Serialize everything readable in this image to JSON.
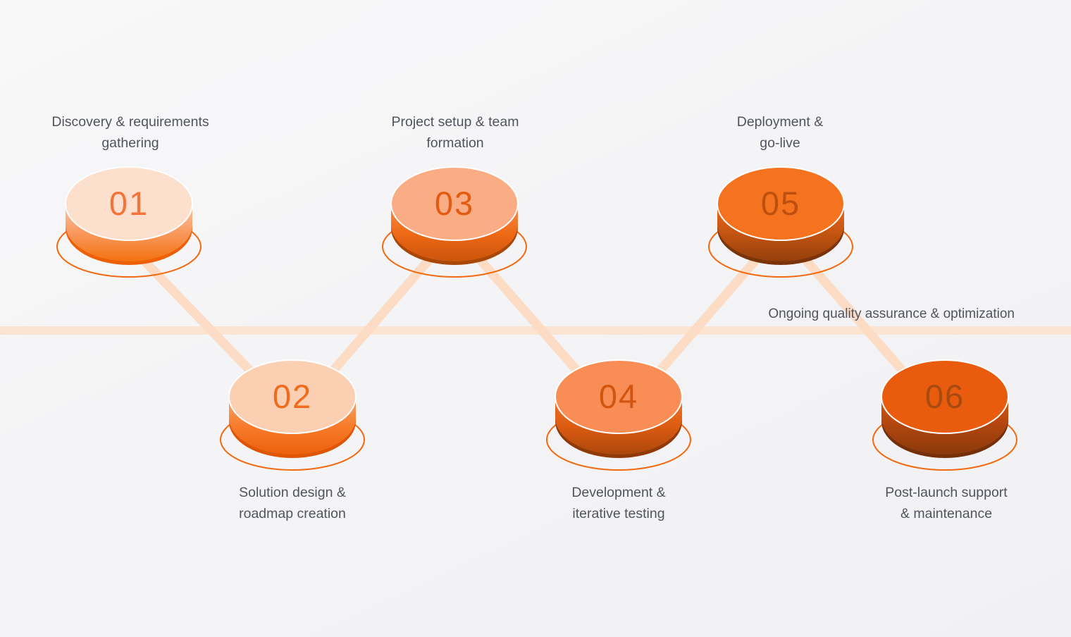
{
  "figure": {
    "title_hint": "Six-step delivery process timeline",
    "label_color": "#50545d",
    "ring_color": "#f2690f",
    "connector_color": "#fcdcc4",
    "horizontal_line": {
      "label": "Ongoing quality assurance & optimization",
      "color": "#fbe4d2"
    }
  },
  "steps": [
    {
      "number": "01",
      "lines": [
        "Discovery & requirements",
        "gathering"
      ],
      "colors": {
        "top": "#fcdfcd",
        "side_light": "#fbc8a4",
        "side_mid": "#f9995f",
        "side_deep": "#f4720e",
        "shadow": "#ee5f06",
        "number": "#f4733a"
      }
    },
    {
      "number": "02",
      "lines": [
        "Solution design &",
        "roadmap creation"
      ],
      "colors": {
        "top": "#fbcfb2",
        "side_light": "#f9a876",
        "side_mid": "#f87c2b",
        "side_deep": "#ec600c",
        "shadow": "#de5506",
        "number": "#f26a1c"
      }
    },
    {
      "number": "03",
      "lines": [
        "Project setup & team",
        "formation"
      ],
      "colors": {
        "top": "#faad85",
        "side_light": "#f78f55",
        "side_mid": "#ef6a16",
        "side_deep": "#cc540c",
        "shadow": "#a94708",
        "number": "#e25b10"
      }
    },
    {
      "number": "04",
      "lines": [
        "Development &",
        "iterative testing"
      ],
      "colors": {
        "top": "#f88e55",
        "side_light": "#f0752f",
        "side_mid": "#dd5c11",
        "side_deep": "#ad470c",
        "shadow": "#8f3a08",
        "number": "#d25510"
      }
    },
    {
      "number": "05",
      "lines": [
        "Deployment &",
        "go-live"
      ],
      "colors": {
        "top": "#f5731f",
        "side_light": "#ec671c",
        "side_mid": "#c55511",
        "side_deep": "#933f0c",
        "shadow": "#7a330a",
        "number": "#be500f"
      }
    },
    {
      "number": "06",
      "lines": [
        "Post-launch support",
        "& maintenance"
      ],
      "colors": {
        "top": "#e95c0e",
        "side_light": "#dc5410",
        "side_mid": "#b0460e",
        "side_deep": "#8a390c",
        "shadow": "#752f09",
        "number": "#a84a12"
      }
    }
  ]
}
